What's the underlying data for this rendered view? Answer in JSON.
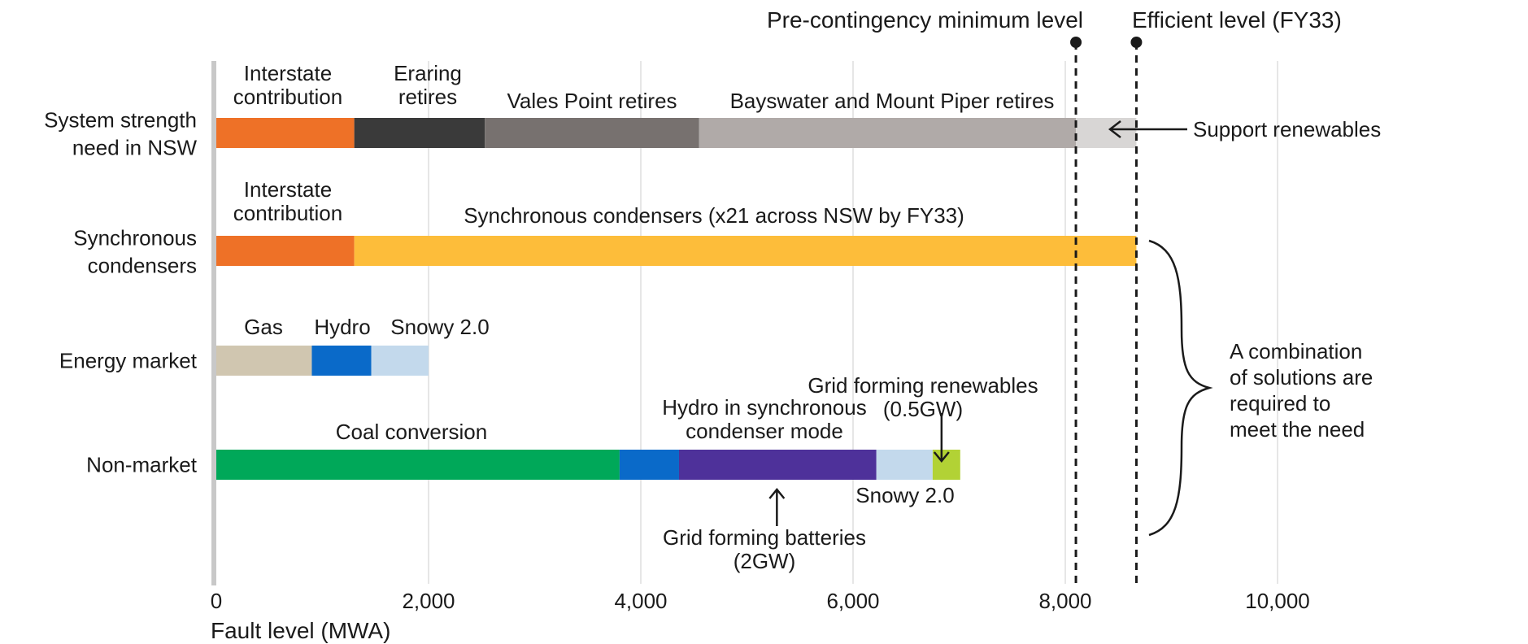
{
  "chart_data": {
    "type": "bar",
    "orientation": "horizontal",
    "stacked": true,
    "xlabel": "Fault level (MWA)",
    "xlim": [
      0,
      12500
    ],
    "xticks": [
      0,
      2000,
      4000,
      6000,
      8000,
      10000
    ],
    "xtick_labels": [
      "0",
      "2,000",
      "4,000",
      "6,000",
      "8,000",
      "10,000"
    ],
    "grid": "vertical",
    "categories": [
      "System strength need in NSW",
      "Synchronous condensers",
      "Energy market",
      "Non-market"
    ],
    "category_lines": [
      [
        "System strength",
        "need in NSW"
      ],
      [
        "Synchronous",
        "condensers"
      ],
      [
        "Energy market"
      ],
      [
        "Non-market"
      ]
    ],
    "bars": [
      {
        "category": "System strength need in NSW",
        "segments": [
          {
            "name": "Interstate contribution",
            "label_lines": [
              "Interstate",
              "contribution"
            ],
            "start": 0,
            "end": 1300,
            "color": "#ee7127"
          },
          {
            "name": "Eraring retires",
            "label_lines": [
              "Eraring",
              "retires"
            ],
            "start": 1300,
            "end": 2530,
            "color": "#3a3a3a"
          },
          {
            "name": "Vales Point retires",
            "label_lines": [
              "Vales Point retires"
            ],
            "start": 2530,
            "end": 4550,
            "color": "#77716f"
          },
          {
            "name": "Bayswater and Mount Piper retires",
            "label_lines": [
              "Bayswater and Mount Piper retires"
            ],
            "start": 4550,
            "end": 8100,
            "color": "#b0aaa8"
          },
          {
            "name": "Support renewables",
            "label_lines": [],
            "start": 8100,
            "end": 8670,
            "color": "#d8d6d5"
          }
        ]
      },
      {
        "category": "Synchronous condensers",
        "segments": [
          {
            "name": "Interstate contribution",
            "label_lines": [
              "Interstate",
              "contribution"
            ],
            "start": 0,
            "end": 1300,
            "color": "#ee7127"
          },
          {
            "name": "Synchronous condensers (x21 across NSW by FY33)",
            "label_lines": [
              "Synchronous condensers (x21 across NSW by FY33)"
            ],
            "start": 1300,
            "end": 8670,
            "color": "#fdbd3a"
          }
        ]
      },
      {
        "category": "Energy market",
        "segments": [
          {
            "name": "Gas",
            "label_lines": [
              "Gas"
            ],
            "start": 0,
            "end": 900,
            "color": "#d0c6b0"
          },
          {
            "name": "Hydro",
            "label_lines": [
              "Hydro"
            ],
            "start": 900,
            "end": 1460,
            "color": "#0a6ac9"
          },
          {
            "name": "Snowy 2.0",
            "label_lines": [
              "Snowy 2.0"
            ],
            "start": 1460,
            "end": 2000,
            "color": "#c3d9ec"
          }
        ]
      },
      {
        "category": "Non-market",
        "segments": [
          {
            "name": "Coal conversion",
            "label_lines": [
              "Coal conversion"
            ],
            "start": 0,
            "end": 3800,
            "color": "#00a859"
          },
          {
            "name": "Hydro in synchronous condenser mode",
            "label_lines": [
              "Hydro in synchronous",
              "condenser mode"
            ],
            "start": 3800,
            "end": 4360,
            "color": "#0a6ac9"
          },
          {
            "name": "Grid forming batteries (2GW)",
            "label_lines": [
              "Grid forming batteries",
              "(2GW)"
            ],
            "start": 4360,
            "end": 6220,
            "color": "#4e319a"
          },
          {
            "name": "Snowy 2.0",
            "label_lines": [
              "Snowy 2.0"
            ],
            "start": 6220,
            "end": 6750,
            "color": "#c3d9ec"
          },
          {
            "name": "Grid forming renewables (0.5GW)",
            "label_lines": [
              "Grid forming renewables",
              "(0.5GW)"
            ],
            "start": 6750,
            "end": 7010,
            "color": "#b2d235"
          }
        ]
      }
    ],
    "reference_lines": [
      {
        "name": "Pre-contingency minimum level",
        "x": 8100,
        "style": "dashed"
      },
      {
        "name": "Efficient level (FY33)",
        "x": 8670,
        "style": "dashed"
      }
    ],
    "annotations": [
      {
        "text_lines": [
          "Support renewables"
        ],
        "target": "Support renewables segment"
      },
      {
        "text_lines": [
          "A combination",
          "of solutions are",
          "required to",
          "meet the need"
        ],
        "target": "Synchronous condensers and Non-market bars (brace)"
      }
    ]
  }
}
